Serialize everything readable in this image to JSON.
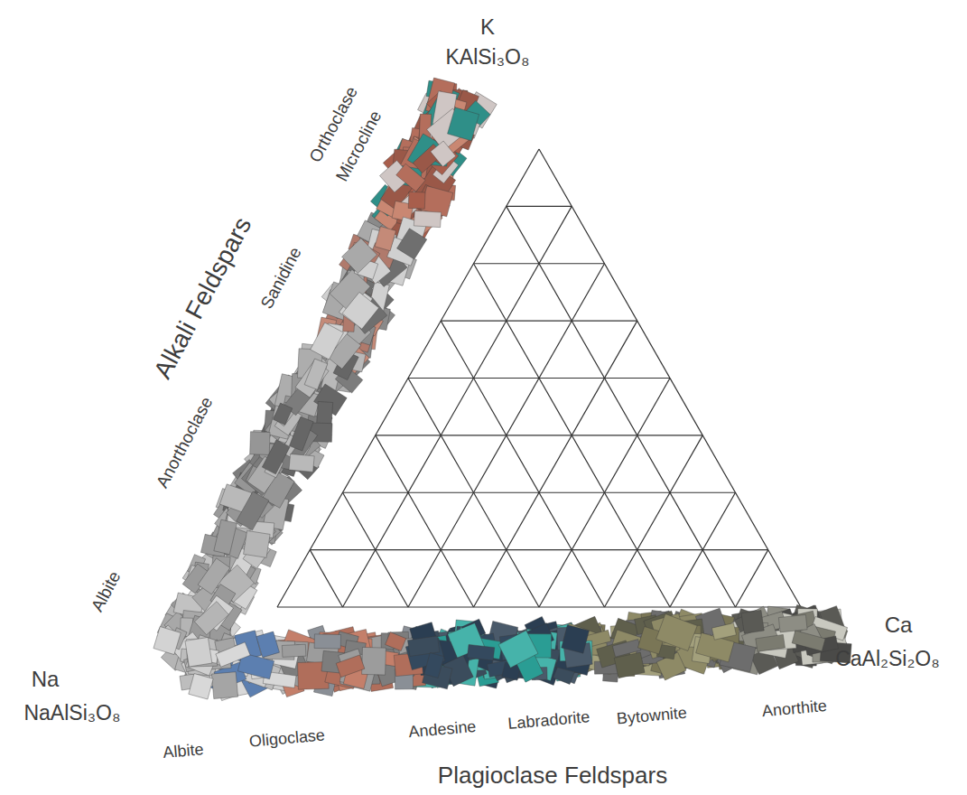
{
  "diagram": {
    "labels": [
      "K",
      "KAlSi₃O₈",
      "Orthoclase",
      "Microcline",
      "Alkali Feldspars",
      "Sanidine",
      "Anorthoclase",
      "Albite",
      "Na",
      "NaAlSi₃O₈",
      "Albite",
      "Oligoclase",
      "Andesine",
      "Labradorite",
      "Bytownite",
      "Anorthite",
      "Ca",
      "CaAl₂Si₂O₈",
      "Plagioclase Feldspars"
    ]
  }
}
